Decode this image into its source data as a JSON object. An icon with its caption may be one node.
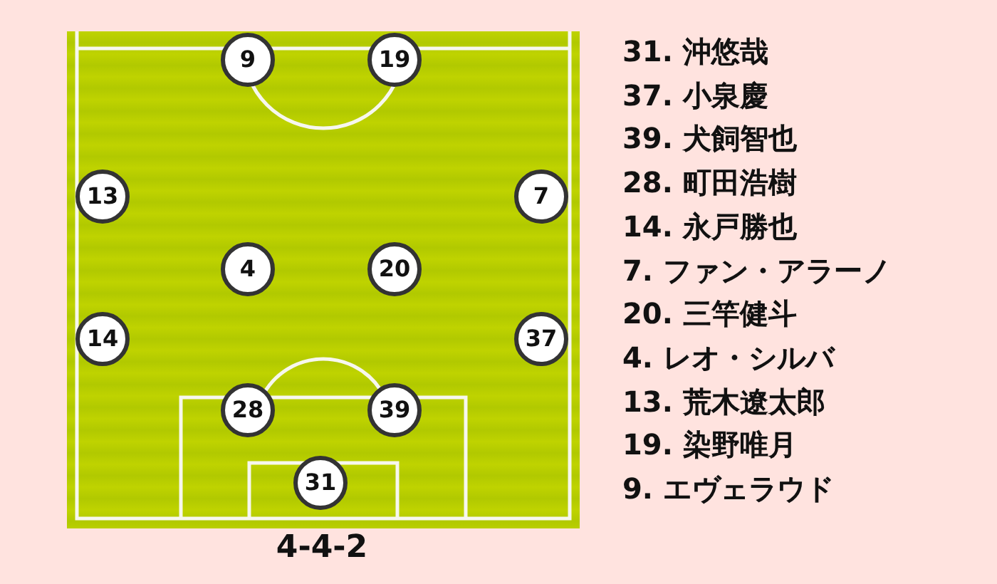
{
  "diagram": {
    "caption": "4-4-2",
    "nodes": [
      {
        "text": [
          "9"
        ]
      },
      {
        "text": [
          "19"
        ]
      },
      {
        "text": [
          "13"
        ]
      },
      {
        "text": [
          "7"
        ]
      },
      {
        "text": [
          "4"
        ]
      },
      {
        "text": [
          "20"
        ]
      },
      {
        "text": [
          "14"
        ]
      },
      {
        "text": [
          "37"
        ]
      },
      {
        "text": [
          "28"
        ]
      },
      {
        "text": [
          "39"
        ]
      },
      {
        "text": [
          "31"
        ]
      }
    ],
    "labels": [
      "31. 沖悠哉",
      "37. 小泉慶",
      "39. 犬飼智也",
      "28. 町田浩樹",
      "14. 永戸勝也",
      "7. ファン・アラーノ",
      "20. 三竿健斗",
      "4. レオ・シルバ",
      "13. 荒木遼太郎",
      "19. 染野唯月",
      "9. エヴェラウド"
    ]
  }
}
